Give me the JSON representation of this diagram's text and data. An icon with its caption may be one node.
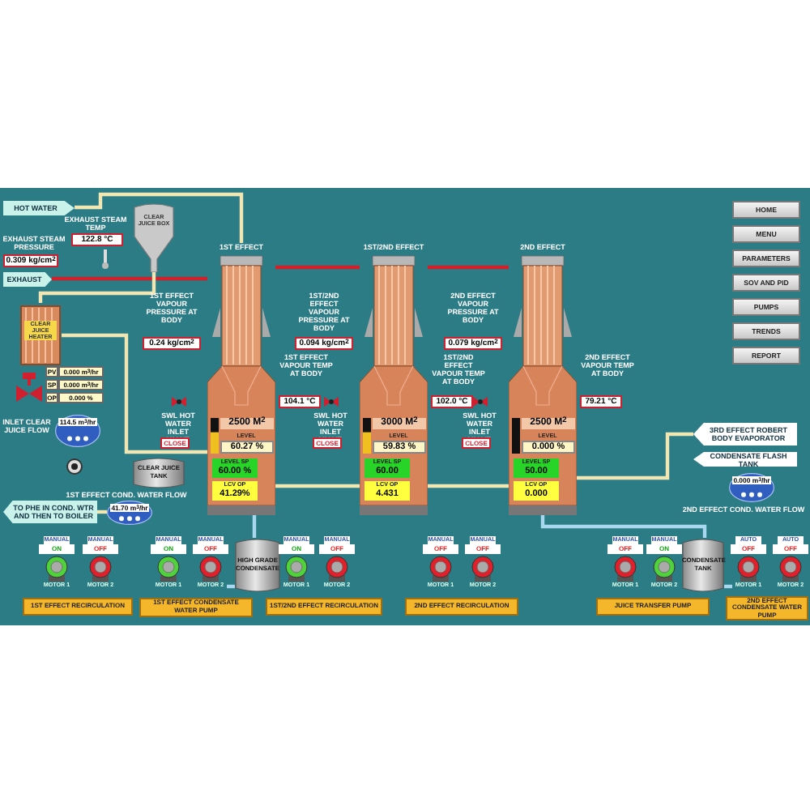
{
  "diagram": {
    "nodes": [
      {
        "text": [
          "HOT WATER"
        ]
      },
      {
        "text": [
          "EXHAUST"
        ]
      },
      {
        "text": [
          "CLEAR JUICE HEATER"
        ]
      },
      {
        "text": [
          "CLEAR JUICE BOX"
        ]
      },
      {
        "text": [
          "CLEAR JUICE TANK"
        ]
      },
      {
        "text": [
          "TO PHE IN COND. WTR AND THEN TO BOILER"
        ]
      },
      {
        "text": [
          "1ST EFFECT",
          "2500 M$^{2}$"
        ]
      },
      {
        "text": [
          "1ST/2ND EFFECT",
          "3000 M$^{2}$"
        ]
      },
      {
        "text": [
          "2ND EFFECT",
          "2500 M$^{2}$"
        ]
      },
      {
        "text": [
          "HIGH GRADE CONDENSATE"
        ]
      },
      {
        "text": [
          "CONDENSATE TANK"
        ]
      },
      {
        "text": [
          "3RD EFFECT ROBERT BODY EVAPORATOR"
        ]
      },
      {
        "text": [
          "CONDENSATE FLASH TANK"
        ]
      },
      {
        "text": [
          "MOTOR 1"
        ],
        "beside": [
          "MANUAL",
          "ON"
        ]
      },
      {
        "text": [
          "MOTOR 2"
        ],
        "beside": [
          "MANUAL",
          "OFF"
        ]
      },
      {
        "text": [
          "MOTOR 1"
        ],
        "beside": [
          "MANUAL",
          "ON"
        ]
      },
      {
        "text": [
          "MOTOR 2"
        ],
        "beside": [
          "MANUAL",
          "OFF"
        ]
      },
      {
        "text": [
          "MOTOR 1"
        ],
        "beside": [
          "MANUAL",
          "ON"
        ]
      },
      {
        "text": [
          "MOTOR 2"
        ],
        "beside": [
          "MANUAL",
          "OFF"
        ]
      },
      {
        "text": [
          "MOTOR 1"
        ],
        "beside": [
          "MANUAL",
          "OFF"
        ]
      },
      {
        "text": [
          "MOTOR 2"
        ],
        "beside": [
          "MANUAL",
          "OFF"
        ]
      },
      {
        "text": [
          "MOTOR 1"
        ],
        "beside": [
          "MANUAL",
          "OFF"
        ]
      },
      {
        "text": [
          "MOTOR 2"
        ],
        "beside": [
          "MANUAL",
          "ON"
        ]
      },
      {
        "text": [
          "MOTOR 1"
        ],
        "beside": [
          "AUTO",
          "OFF"
        ]
      },
      {
        "text": [
          "MOTOR 2"
        ],
        "beside": [
          "AUTO",
          "OFF"
        ]
      },
      {
        "text": [
          "1ST EFFECT RECIRCULATION"
        ]
      },
      {
        "text": [
          "1ST EFFECT CONDENSATE WATER PUMP"
        ]
      },
      {
        "text": [
          "1ST/2ND EFFECT RECIRCULATION"
        ]
      },
      {
        "text": [
          "2ND EFFECT RECIRCULATION"
        ]
      },
      {
        "text": [
          "JUICE TRANSFER PUMP"
        ]
      },
      {
        "text": [
          "2ND EFFECT CONDENSATE WATER PUMP"
        ]
      },
      {
        "text": [
          "114.5 m$^{3}$/hr"
        ],
        "beside": [
          "INLET CLEAR JUICE FLOW"
        ]
      },
      {
        "text": [
          "41.70 m$^{3}$/hr"
        ],
        "beside": [
          "1ST EFFECT COND. WATER FLOW"
        ]
      },
      {
        "text": [
          "0.000 m$^{3}$/hr"
        ],
        "beside": [
          "2ND EFFECT COND. WATER FLOW"
        ]
      }
    ],
    "edges": [
      {
        "from": 0,
        "to": 6,
        "arrow": "none"
      },
      {
        "from": 1,
        "to": 6,
        "arrow": "none",
        "color": "#d0202a"
      },
      {
        "from": 6,
        "to": 7,
        "arrow": "none",
        "color": "#d0202a"
      },
      {
        "from": 7,
        "to": 8,
        "arrow": "none",
        "color": "#d0202a"
      },
      {
        "from": 2,
        "to": 6,
        "arrow": "none"
      },
      {
        "from": 6,
        "to": 7,
        "arrow": "none"
      },
      {
        "from": 7,
        "to": 8,
        "arrow": "none"
      },
      {
        "from": 8,
        "to": 11,
        "arrow": "none"
      },
      {
        "from": 6,
        "to": 9,
        "arrow": "none",
        "color": "#a8d8f0"
      },
      {
        "from": 9,
        "to": 16,
        "arrow": "none",
        "color": "#a8d8f0"
      },
      {
        "from": 10,
        "to": 23,
        "arrow": "none",
        "color": "#a8d8f0"
      },
      {
        "from": 32,
        "to": 5,
        "arrow": "none"
      },
      {
        "from": 8,
        "to": 10,
        "arrow": "none",
        "color": "#a8d8f0"
      },
      {
        "from": 3,
        "to": 2,
        "arrow": "none"
      }
    ],
    "labels": [
      "EXHAUST STEAM TEMP",
      "122.8 °C",
      "EXHAUST STEAM PRESSURE",
      "0.309 kg/cm$^{2}$",
      "PV",
      "0.000 m$^{3}$/hr",
      "SP",
      "0.000 m$^{3}$/hr",
      "OP",
      "0.000 %",
      "1ST EFFECT VAPOUR PRESSURE AT BODY",
      "0.24 kg/cm$^{2}$",
      "SWL HOT WATER INLET VALVE",
      "CLOSE",
      "1ST EFFECT VAPOUR TEMP AT BODY",
      "104.1 °C",
      "LEVEL",
      "60.27 %",
      "LEVEL SP",
      "60.00 %",
      "LCV OP",
      "41.29%",
      "1ST/2ND EFFECT VAPOUR PRESSURE AT BODY",
      "0.094 kg/cm$^{2}$",
      "SWL HOT WATER INLET VALVE",
      "CLOSE",
      "1ST/2ND EFFECT VAPOUR TEMP AT BODY",
      "102.0 °C",
      "LEVEL",
      "59.83 %",
      "LEVEL SP",
      "60.00",
      "LCV OP",
      "4.431",
      "2ND EFFECT VAPOUR PRESSURE AT BODY",
      "0.079 kg/cm$^{2}$",
      "SWL HOT WATER INLET VALVE",
      "CLOSE",
      "2ND EFFECT VAPOUR TEMP AT BODY",
      "79.21 °C",
      "LEVEL",
      "0.000 %",
      "LEVEL SP",
      "50.00",
      "LCV OP",
      "0.000",
      "HOME",
      "MENU",
      "PARAMETERS",
      "SOV AND PID",
      "PUMPS",
      "TRENDS",
      "REPORT"
    ]
  }
}
